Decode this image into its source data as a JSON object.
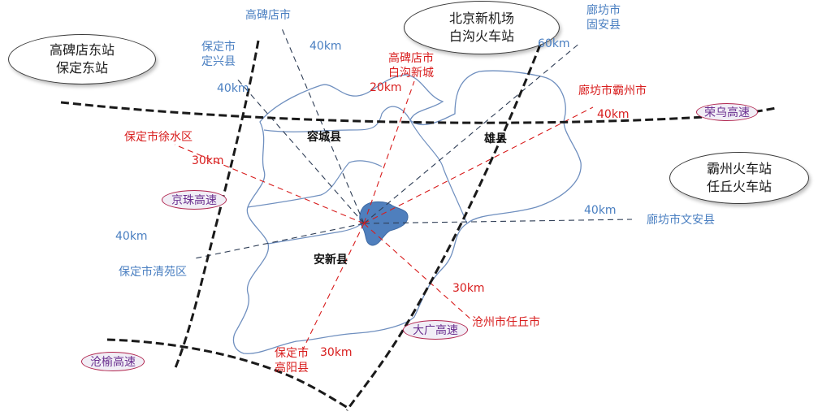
{
  "stations": {
    "gaobeidian_east": [
      "高碑店东站",
      "保定东站"
    ],
    "beijing_new_airport": [
      "北京新机场",
      "白沟火车站"
    ],
    "bazhou": [
      "霸州火车站",
      "任丘火车站"
    ]
  },
  "highways": {
    "rongwu": "荣乌高速",
    "jingzhu": "京珠高速",
    "dagang": "大广高速",
    "cangyu": "沧榆高速"
  },
  "counties": {
    "rongcheng": "容城县",
    "xiongxian": "雄县",
    "anxin": "安新县"
  },
  "destinations": {
    "gaobeidian": {
      "name": "高碑店市",
      "distance": "40km"
    },
    "dingxing": {
      "name": [
        "保定市",
        "定兴县"
      ],
      "distance": "40km"
    },
    "gu_an": {
      "name": [
        "廊坊市",
        "固安县"
      ],
      "distance": "60km"
    },
    "baigou_new_city": {
      "name": [
        "高碑店市",
        "白沟新城"
      ],
      "distance": "20km"
    },
    "bazhou_city": {
      "name": "廊坊市霸州市",
      "distance": "40km"
    },
    "xushui": {
      "name": "保定市徐水区",
      "distance": "30km"
    },
    "wen_an": {
      "name": "廊坊市文安县",
      "distance": "40km"
    },
    "qingyuan": {
      "name": "保定市清苑区",
      "distance": "40km"
    },
    "renqiu": {
      "name": "沧州市任丘市",
      "distance": "30km"
    },
    "gaoyang": {
      "name": [
        "保定市",
        "高阳县"
      ],
      "distance": "30km"
    }
  },
  "colors": {
    "blue_text": "#4a7fc1",
    "red_text": "#d81d1d",
    "lake": "#4f7fbd",
    "boundary": "#6f8fbf",
    "highway_line": "#1a1a1a",
    "highway_badge_border": "#b1264f",
    "highway_badge_text": "#6a2f8f"
  }
}
